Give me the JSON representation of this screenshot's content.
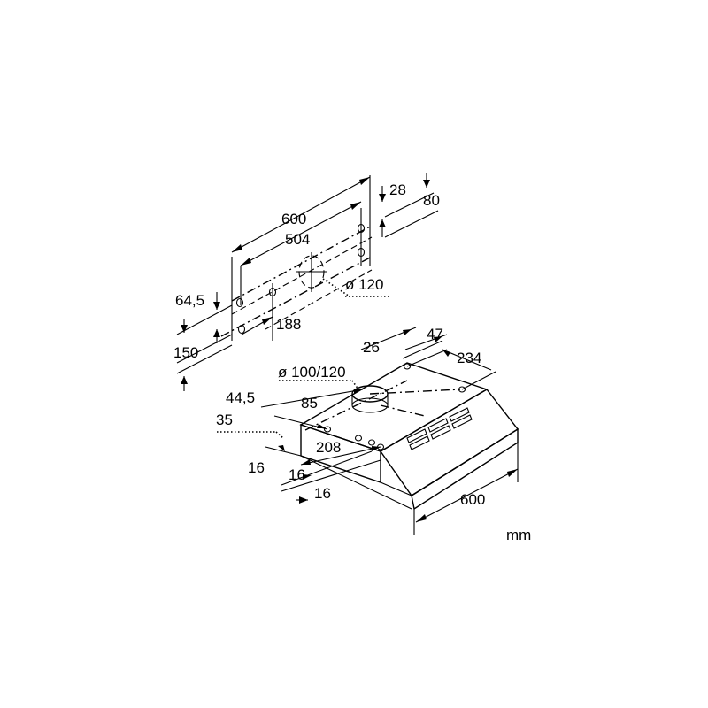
{
  "wall_template": {
    "width_label": "600",
    "hole_spacing_label": "504",
    "top_offset_label": "28",
    "bracket_offset_label": "80",
    "duct_diameter_label": "ø 120",
    "left_offset_label": "64,5",
    "lower_hole_label": "188",
    "height_label": "150"
  },
  "hood": {
    "depth_26_label": "26",
    "depth_47_label": "47",
    "depth_234_label": "234",
    "outlet_diameter_label": "ø 100/120",
    "dim_44_5_label": "44,5",
    "dim_85_label": "85",
    "dim_35_label": "35",
    "dim_208_label": "208",
    "dim_16a_label": "16",
    "dim_16b_label": "16",
    "dim_16c_label": "16",
    "width_label": "600"
  },
  "unit_label": "mm"
}
